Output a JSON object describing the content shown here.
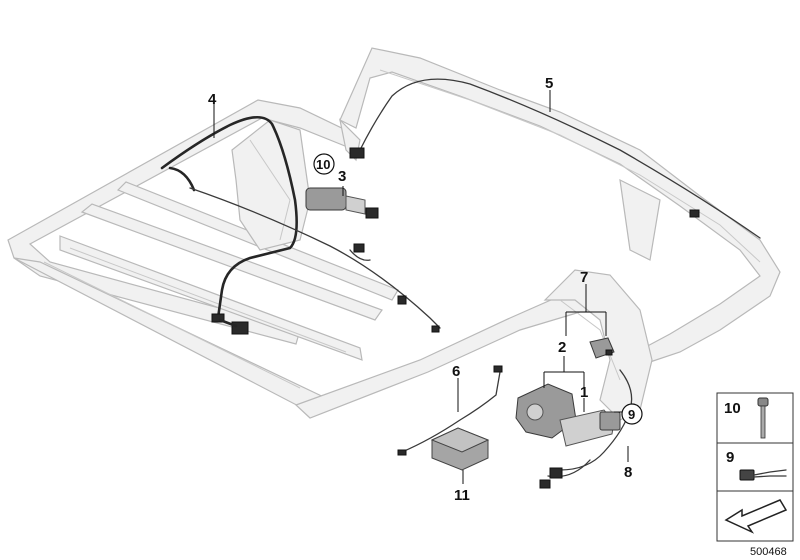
{
  "diagram": {
    "callouts": [
      {
        "id": "c1",
        "text": "1"
      },
      {
        "id": "c2",
        "text": "2"
      },
      {
        "id": "c3",
        "text": "3"
      },
      {
        "id": "c4",
        "text": "4"
      },
      {
        "id": "c5",
        "text": "5"
      },
      {
        "id": "c6",
        "text": "6"
      },
      {
        "id": "c7",
        "text": "7"
      },
      {
        "id": "c8",
        "text": "8"
      },
      {
        "id": "c9",
        "text": "9"
      },
      {
        "id": "c10",
        "text": "10"
      },
      {
        "id": "c11",
        "text": "11"
      }
    ],
    "legend": {
      "item_10": "10",
      "item_9": "9"
    },
    "diagram_number": "500468"
  }
}
